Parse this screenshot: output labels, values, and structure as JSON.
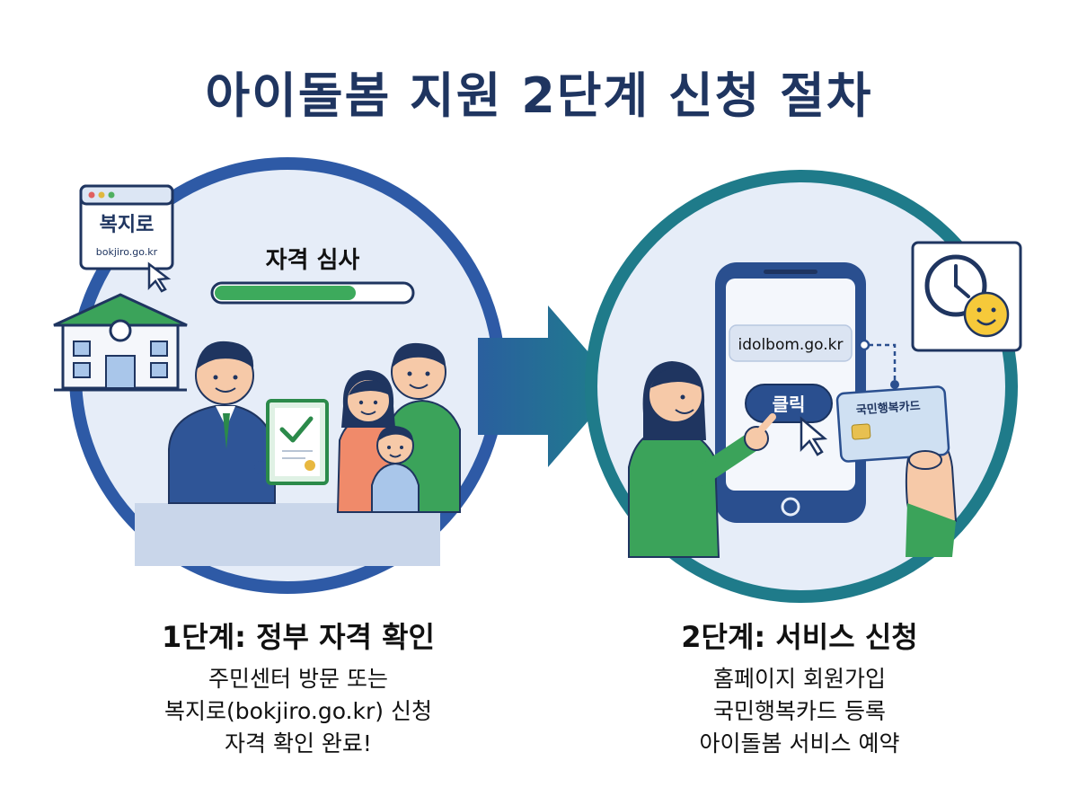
{
  "title": "아이돌봄 지원 2단계 신청 절차",
  "step1": {
    "browser_title": "복지로",
    "browser_url": "bokjiro.go.kr",
    "progress_label": "자격 심사",
    "progress_fraction": 0.72,
    "heading": "1단계: 정부 자격 확인",
    "lines": [
      "주민센터 방문 또는",
      "복지로(bokjiro.go.kr) 신청",
      "자격 확인 완료!"
    ]
  },
  "step2": {
    "url": "idolbom.go.kr",
    "click_label": "클릭",
    "card_label": "국민행복카드",
    "heading": "2단계: 서비스 신청",
    "lines": [
      "홈페이지 회원가입",
      "국민행복카드 등록",
      "아이돌봄 서비스 예약"
    ]
  },
  "colors": {
    "title": "#1f3560",
    "circle1_ring": "#2e5aa6",
    "circle2_ring": "#1f7b8a",
    "arrow": "#1f5f94",
    "progress": "#3daa5c",
    "green": "#3ba35a"
  }
}
